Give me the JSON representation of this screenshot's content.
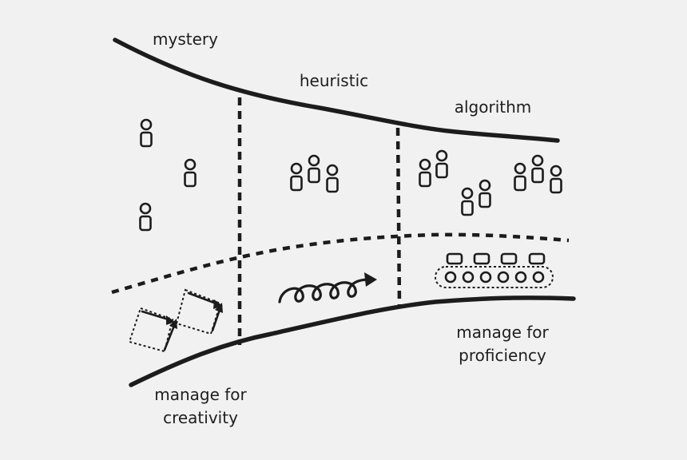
{
  "labels": {
    "mystery": "mystery",
    "heuristic": "heuristic",
    "algorithm": "algorithm",
    "creativity_line1": "manage for",
    "creativity_line2": "creativity",
    "proficiency_line1": "manage for",
    "proficiency_line2": "proficiency"
  },
  "colors": {
    "background": "#f1f1f1",
    "ink": "#1c1c1c"
  },
  "icons": {
    "person": "person-icon",
    "box": "dotted-box-icon",
    "spiral": "spiral-arrow-icon",
    "conveyor": "conveyor-belt-icon"
  }
}
